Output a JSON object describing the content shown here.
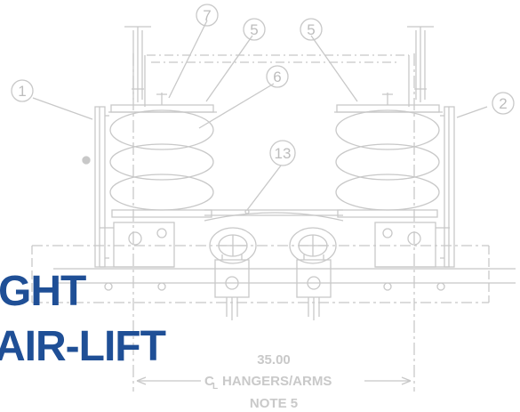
{
  "callouts": {
    "c1": "1",
    "c2": "2",
    "c5a": "5",
    "c5b": "5",
    "c6": "6",
    "c7": "7",
    "c13": "13"
  },
  "dimension": {
    "value": "35.00",
    "label": "HANGERS/ARMS",
    "centerline_symbol": "C",
    "centerline_sub": "L",
    "note": "NOTE 5"
  },
  "overlay": {
    "line1": "GHT",
    "line2": "AIR-LIFT"
  },
  "colors": {
    "drawing_line": "#c8c8c8",
    "overlay_text": "#1f4f96",
    "background": "#ffffff"
  }
}
